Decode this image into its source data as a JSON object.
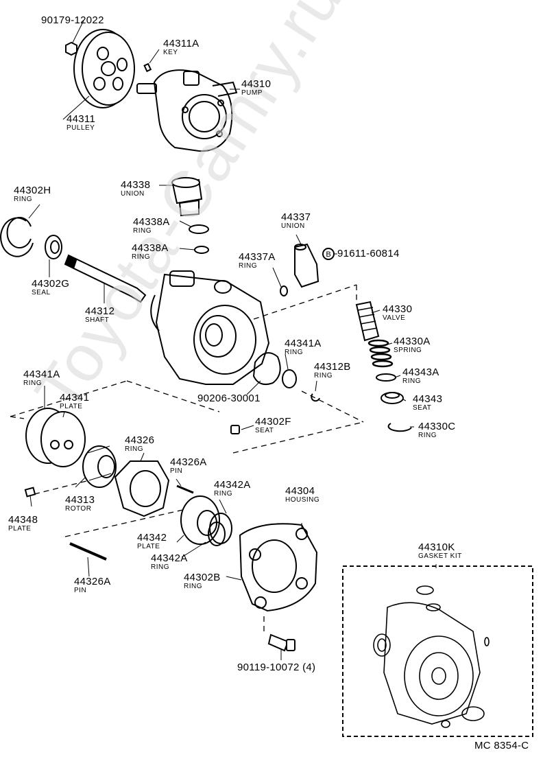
{
  "watermark": "Toyota-Camry.ru",
  "figure_code": "MC 8354-C",
  "parts": {
    "p90179": {
      "num": "90179-12022",
      "name": ""
    },
    "p44311A": {
      "num": "44311A",
      "name": "KEY"
    },
    "p44310": {
      "num": "44310",
      "name": "PUMP"
    },
    "p44311": {
      "num": "44311",
      "name": "PULLEY"
    },
    "p44338": {
      "num": "44338",
      "name": "UNION"
    },
    "p44302H": {
      "num": "44302H",
      "name": "RING"
    },
    "p44338A1": {
      "num": "44338A",
      "name": "RING"
    },
    "p44338A2": {
      "num": "44338A",
      "name": "RING"
    },
    "p44337": {
      "num": "44337",
      "name": "UNION"
    },
    "p91611": {
      "num": "91611-60814",
      "name": ""
    },
    "p44337A": {
      "num": "44337A",
      "name": "RING"
    },
    "p44302G": {
      "num": "44302G",
      "name": "SEAL"
    },
    "p44312": {
      "num": "44312",
      "name": "SHAFT"
    },
    "p44330": {
      "num": "44330",
      "name": "VALVE"
    },
    "p44330A": {
      "num": "44330A",
      "name": "SPRING"
    },
    "p44341A1": {
      "num": "44341A",
      "name": "RING"
    },
    "p44312B": {
      "num": "44312B",
      "name": "RING"
    },
    "p44343A": {
      "num": "44343A",
      "name": "RING"
    },
    "p44341A2": {
      "num": "44341A",
      "name": "RING"
    },
    "p44341": {
      "num": "44341",
      "name": "PLATE"
    },
    "p90206": {
      "num": "90206-30001",
      "name": ""
    },
    "p44343": {
      "num": "44343",
      "name": "SEAT"
    },
    "p44302F": {
      "num": "44302F",
      "name": "SEAT"
    },
    "p44330C": {
      "num": "44330C",
      "name": "RING"
    },
    "p44326": {
      "num": "44326",
      "name": "RING"
    },
    "p44326A1": {
      "num": "44326A",
      "name": "PIN"
    },
    "p44342A1": {
      "num": "44342A",
      "name": "RING"
    },
    "p44304": {
      "num": "44304",
      "name": "HOUSING"
    },
    "p44313": {
      "num": "44313",
      "name": "ROTOR"
    },
    "p44348": {
      "num": "44348",
      "name": "PLATE"
    },
    "p44342": {
      "num": "44342",
      "name": "PLATE"
    },
    "p44342A2": {
      "num": "44342A",
      "name": "RING"
    },
    "p44310K": {
      "num": "44310K",
      "name": "GASKET KIT"
    },
    "p44302B": {
      "num": "44302B",
      "name": "RING"
    },
    "p44326A2": {
      "num": "44326A",
      "name": "PIN"
    },
    "p90119": {
      "num": "90119-10072 (4)",
      "name": ""
    }
  },
  "ref_marker": "B"
}
